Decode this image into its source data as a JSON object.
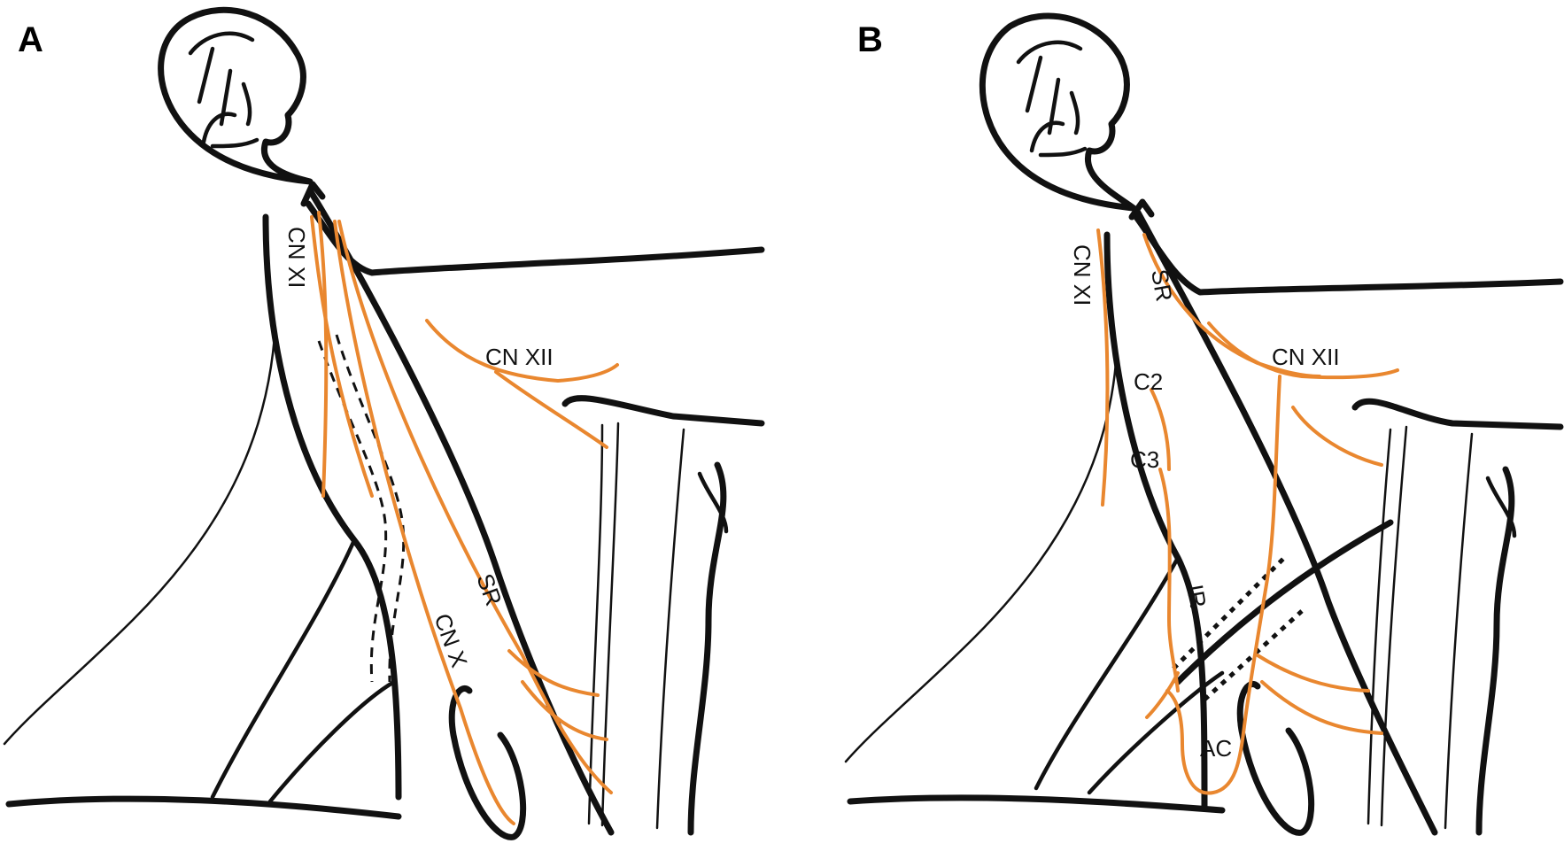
{
  "colors": {
    "nerve": "#e9872f",
    "outline": "#111111",
    "background": "#ffffff"
  },
  "panels": [
    {
      "letter": "A",
      "labels": {
        "cn_xi": "CN XI",
        "cn_xii": "CN XII",
        "sr": "SR",
        "cn_x": "CN X"
      }
    },
    {
      "letter": "B",
      "labels": {
        "cn_xi": "CN XI",
        "sr": "SR",
        "cn_xii": "CN XII",
        "c2": "C2",
        "c3": "C3",
        "ir": "IR",
        "ac": "AC"
      }
    }
  ]
}
